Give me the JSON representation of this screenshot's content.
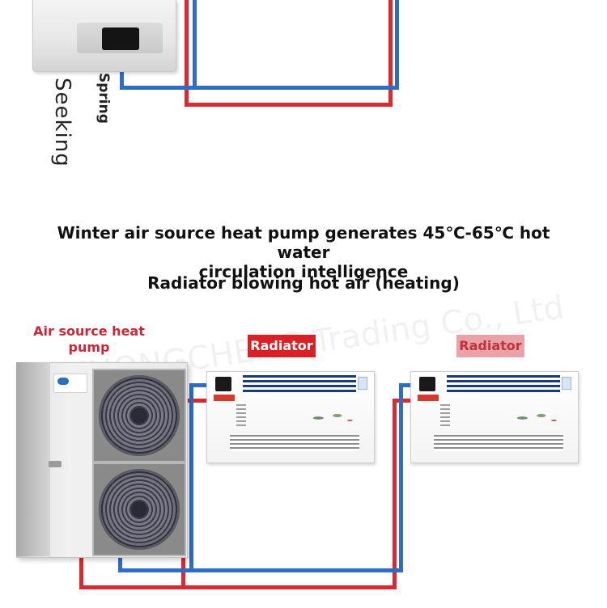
{
  "top_unit": {
    "brand_vertical": "Seeking",
    "model_vertical": "Spring"
  },
  "headline": {
    "line1": "Winter air source heat pump generates 45℃-65℃ hot water",
    "line2": "circulation intelligence",
    "subline": "Radiator blowing hot air (heating)"
  },
  "labels": {
    "pump": "Air source heat pump",
    "radiator_1": "Radiator",
    "radiator_2": "Radiator"
  },
  "watermark": "ZHONGCHENG Trading Co., Ltd",
  "colors": {
    "hot_pipe": "#d72a32",
    "cold_pipe": "#2f6dc4",
    "label_red": "#c8283a",
    "tag_red": "#d92027",
    "tag_pink": "#e9a3a8"
  }
}
